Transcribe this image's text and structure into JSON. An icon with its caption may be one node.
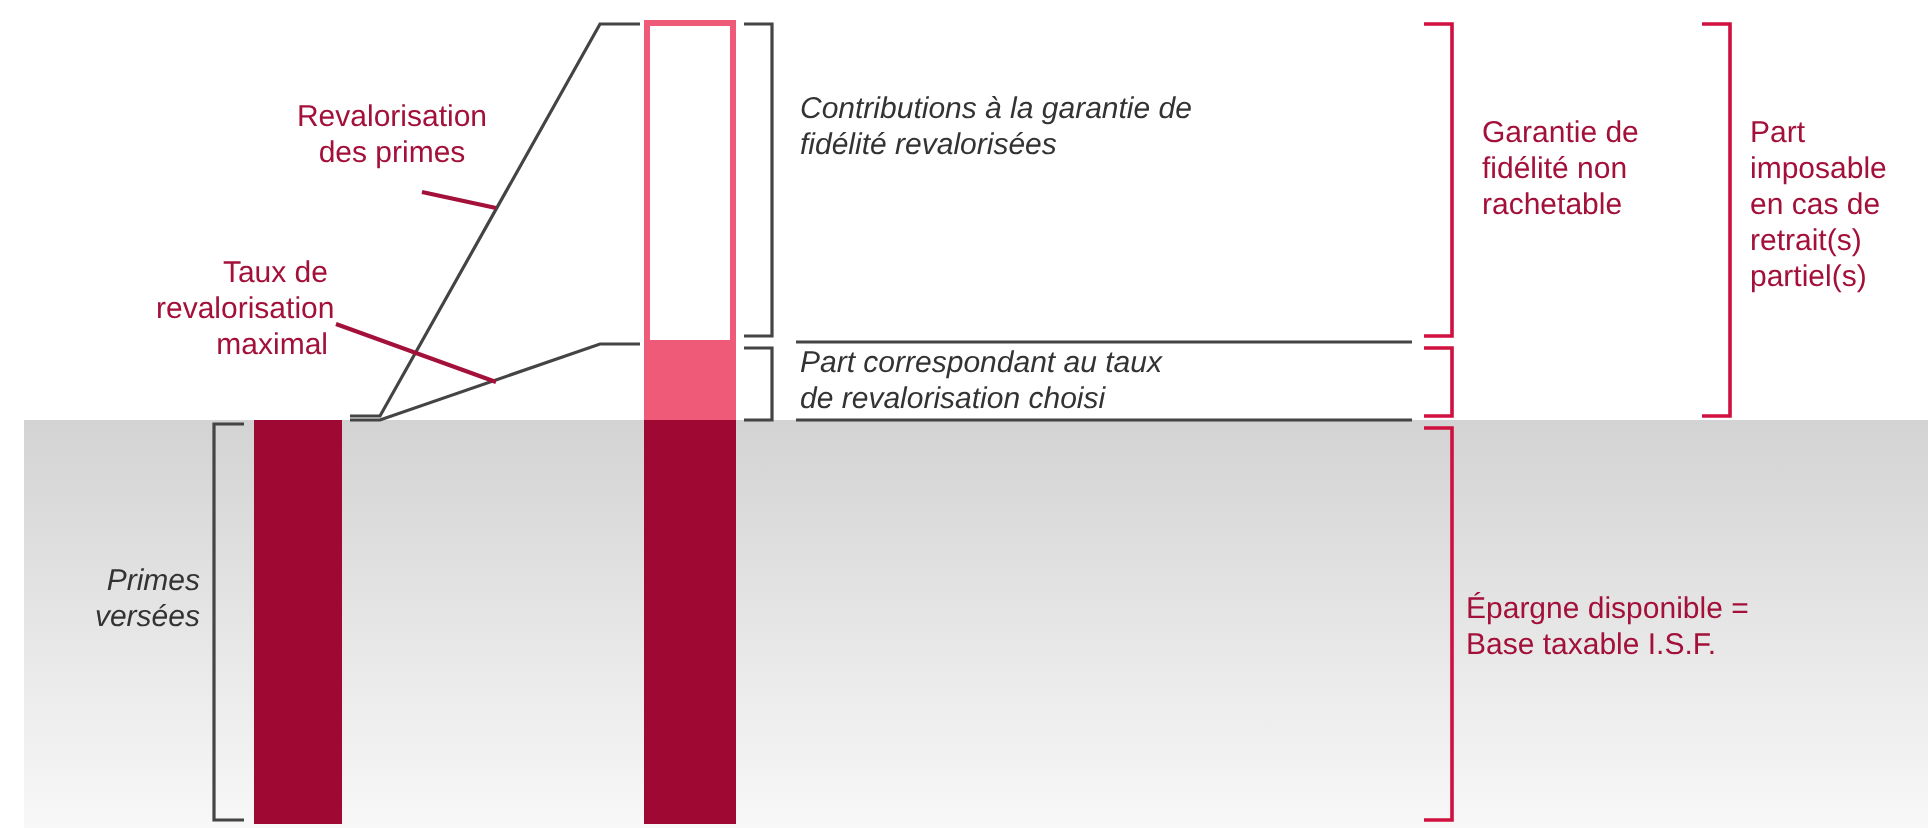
{
  "diagram": {
    "nodes": [
      {
        "text": [
          "Revalorisation des primes"
        ]
      },
      {
        "text": [
          "Taux de revalorisation maximal"
        ]
      }
    ],
    "edges": [
      {
        "from": 0,
        "to": null,
        "arrow": "none"
      },
      {
        "from": 1,
        "to": null,
        "arrow": "none"
      }
    ],
    "labels": [
      "Contributions à la garantie de fidélité revalorisées",
      "Garantie de fidélité non rachetable",
      "Part imposable en cas de retrait(s) partiel(s)",
      "Part correspondant au taux de revalorisation choisi",
      "Primes versées",
      "Épargne disponible = Base taxable I.S.F."
    ]
  }
}
